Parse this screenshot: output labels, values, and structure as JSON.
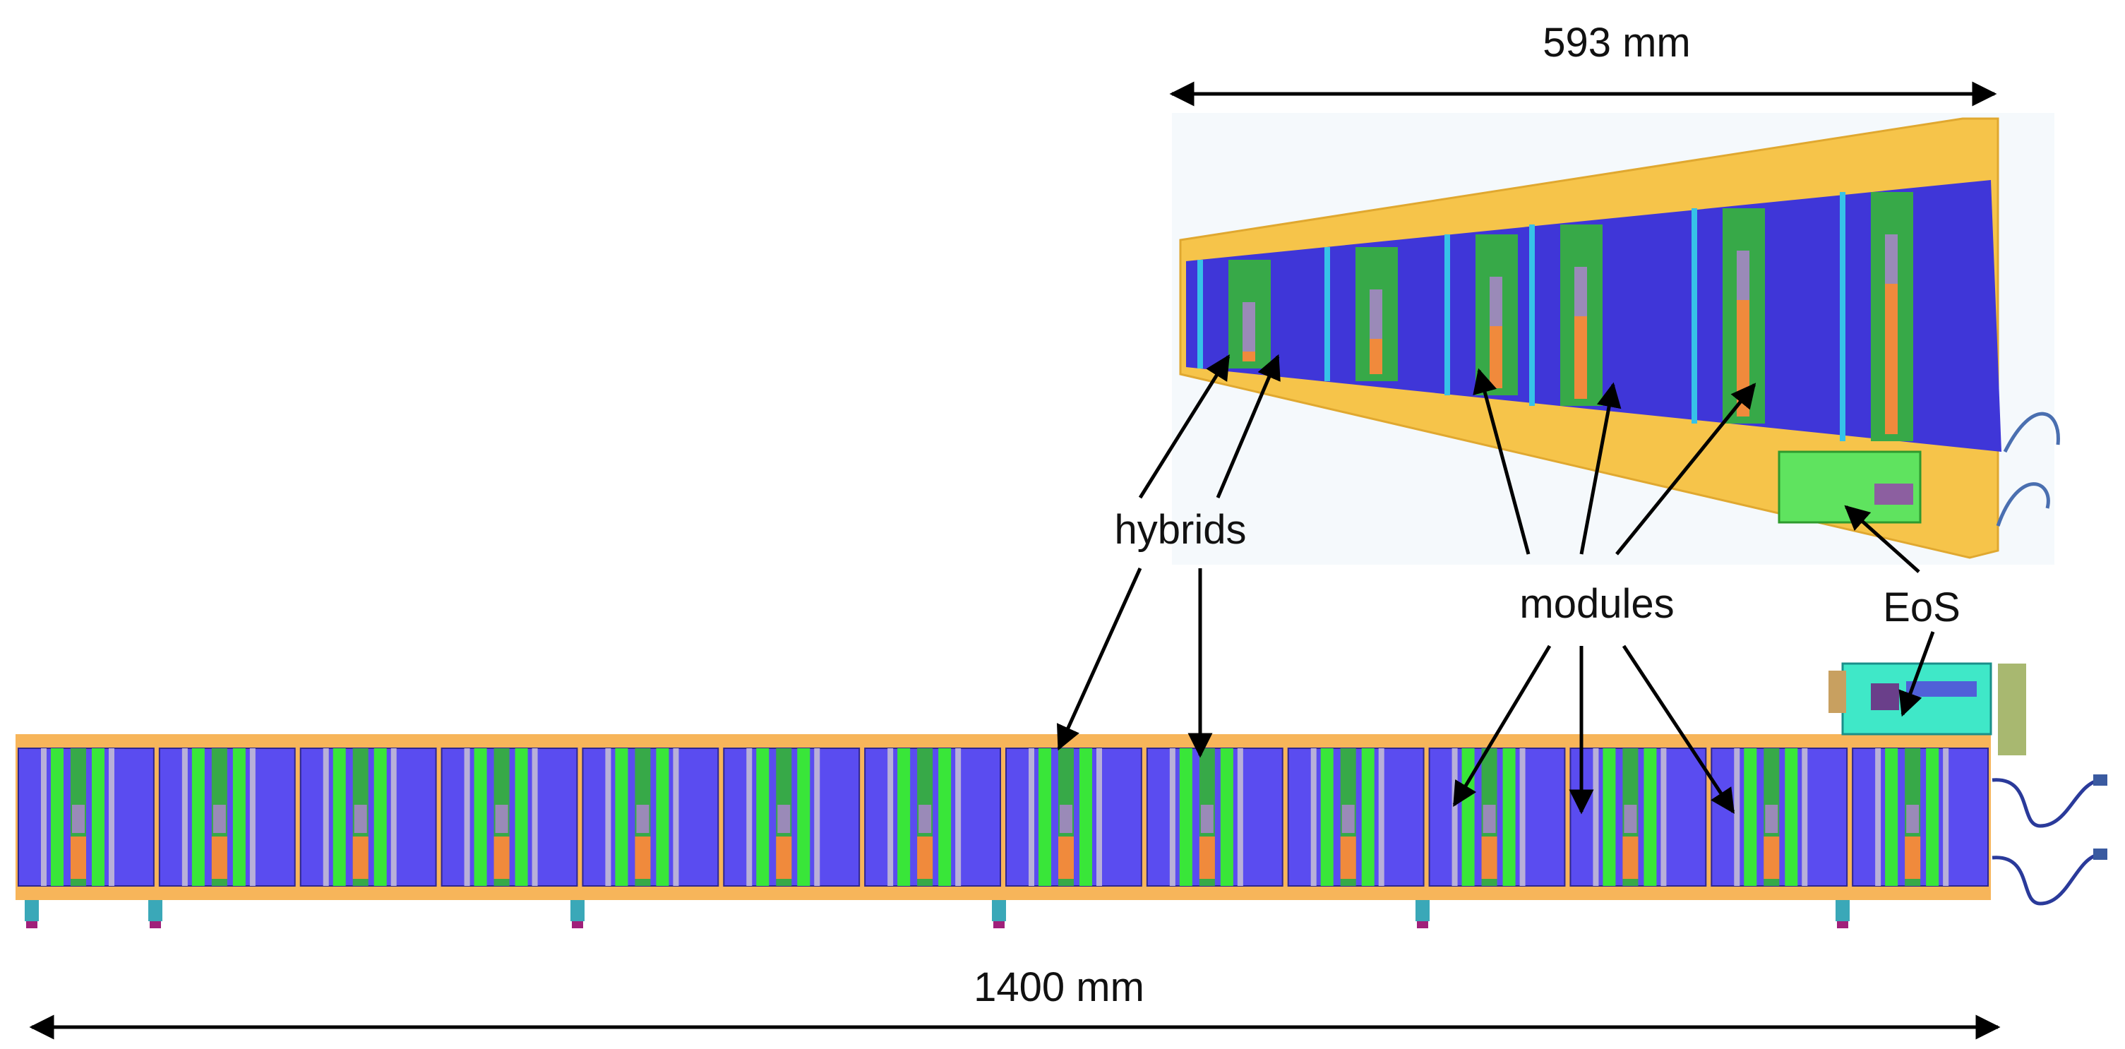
{
  "dimensions": {
    "top_width": "593 mm",
    "bottom_width": "1400 mm"
  },
  "labels": {
    "hybrids": "hybrids",
    "modules": "modules",
    "eos": "EoS"
  },
  "colors": {
    "frame": "#f6c44a",
    "frame_orange": "#f7b55a",
    "sensor": "#5a4cf0",
    "sensor_dark": "#3f36d8",
    "hybrid_green": "#37a948",
    "bright_green": "#39e639",
    "orange_part": "#f08a3c",
    "eos_board": "#3fe8c8",
    "eos_green": "#5fe35f",
    "cyan_strip": "#36c2e8",
    "arrow": "#000000"
  },
  "counts": {
    "bottom_modules": 14
  }
}
